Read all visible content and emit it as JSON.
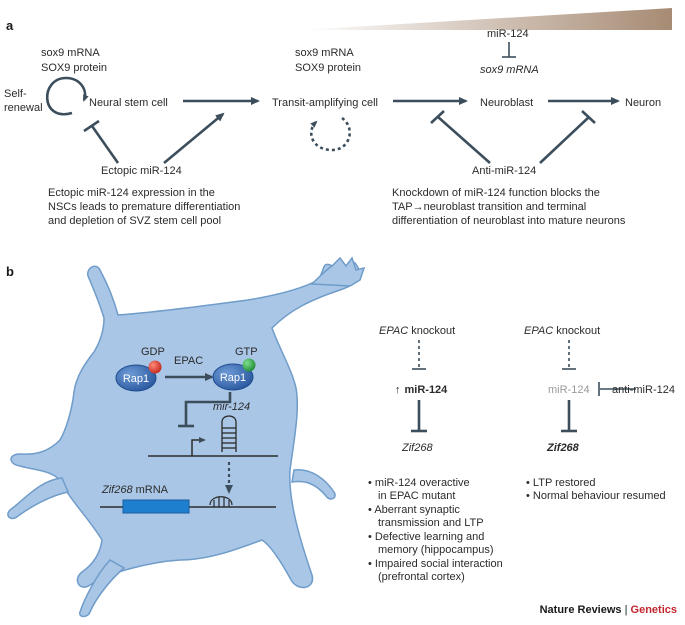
{
  "panel_a": {
    "label": "a",
    "stem_sox": [
      "sox9 mRNA",
      "SOX9 protein"
    ],
    "self_renewal": [
      "Self-",
      "renewal"
    ],
    "neural_stem_cell": "Neural stem cell",
    "tap_sox": [
      "sox9 mRNA",
      "SOX9 protein"
    ],
    "transit_amplifying_cell": "Transit-amplifying cell",
    "mir124_top": "miR-124",
    "sox9_mrna_right": "sox9 mRNA",
    "neuroblast": "Neuroblast",
    "neuron": "Neuron",
    "ectopic_mir124": "Ectopic miR-124",
    "anti_mir124": "Anti-miR-124",
    "left_note": [
      "Ectopic miR-124 expression in the",
      "NSCs leads to premature differentiation",
      "and depletion of SVZ stem cell pool"
    ],
    "right_note": [
      "Knockdown of miR-124 function blocks the",
      "TAP→neuroblast transition and terminal",
      "differentiation of neuroblast into mature neurons"
    ]
  },
  "panel_b": {
    "label": "b",
    "gdp": "GDP",
    "gtp": "GTP",
    "rap1_left": "Rap1",
    "rap1_right": "Rap1",
    "epac": "EPAC",
    "mir124_gene": "mir-124",
    "zif268_mrna_italic": "Zif268",
    "zif268_mrna_suffix": " mRNA",
    "left_col": {
      "epac_italic": "EPAC",
      "knockout": " knockout",
      "up_arrow": "↑",
      "mir124": "miR-124",
      "zif268": "Zif268",
      "bullets": [
        [
          "miR-124 overactive",
          "in EPAC mutant"
        ],
        [
          "Aberrant synaptic",
          "transmission and LTP"
        ],
        [
          "Defective learning and",
          "memory (hippocampus)"
        ],
        [
          "Impaired social interaction",
          "(prefrontal cortex)"
        ]
      ]
    },
    "right_col": {
      "epac_italic": "EPAC",
      "knockout": " knockout",
      "mir124": "miR-124",
      "anti_mir124": "anti-miR-124",
      "zif268": "Zif268",
      "bullets": [
        [
          "LTP restored"
        ],
        [
          "Normal behaviour resumed"
        ]
      ]
    }
  },
  "footer": {
    "journal": "Nature Reviews",
    "separator": " | ",
    "section": "Genetics"
  },
  "colors": {
    "cell_fill": "#a9c6e6",
    "cell_stroke": "#6f9cc9",
    "rap1": "#3a6fb8",
    "gdp_ball": "#d9382b",
    "gtp_ball": "#2fa84a",
    "arrow": "#3c4e5c",
    "wedge": "#a78b74",
    "footer_accent": "#c1272d"
  }
}
